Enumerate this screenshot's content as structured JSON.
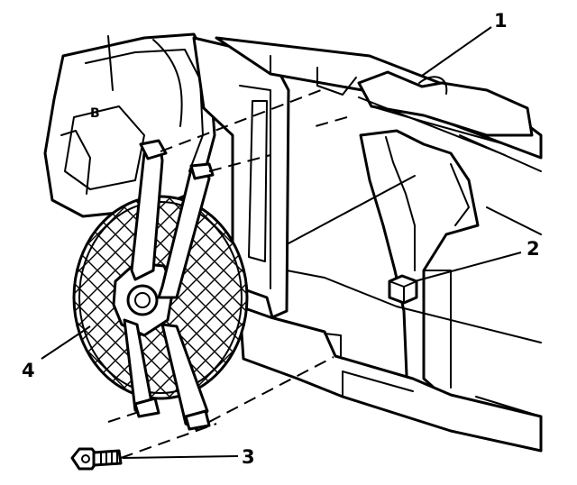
{
  "diagram": {
    "callouts": [
      {
        "id": "1",
        "label": "1"
      },
      {
        "id": "2",
        "label": "2"
      },
      {
        "id": "3",
        "label": "3"
      },
      {
        "id": "4",
        "label": "4"
      }
    ],
    "embossed_text": "B"
  }
}
